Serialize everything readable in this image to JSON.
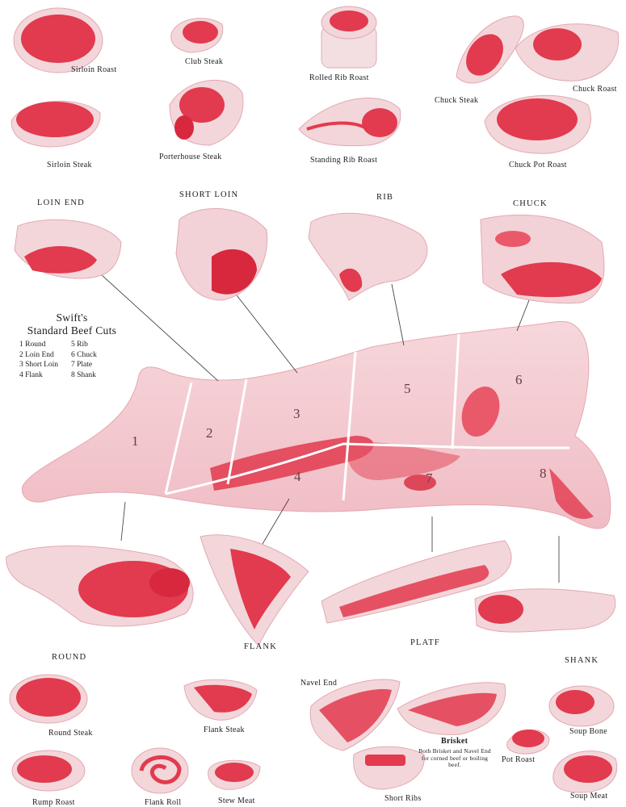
{
  "legend": {
    "title": "Swift's",
    "subtitle": "Standard Beef Cuts",
    "items": [
      "1 Round",
      "2 Loin End",
      "3 Short Loin",
      "4 Flank",
      "5 Rib",
      "6 Chuck",
      "7 Plate",
      "8 Shank"
    ]
  },
  "sections": {
    "loin_end": "LOIN END",
    "short_loin": "SHORT LOIN",
    "rib": "RIB",
    "chuck": "CHUCK",
    "round": "ROUND",
    "flank": "FLANK",
    "plate": "PLATF",
    "shank": "SHANK"
  },
  "cuts": {
    "sirloin_roast": "Sirloin Roast",
    "club_steak": "Club Steak",
    "rolled_rib_roast": "Rolled Rib Roast",
    "chuck_steak": "Chuck Steak",
    "chuck_roast": "Chuck Roast",
    "sirloin_steak": "Sirloin Steak",
    "porterhouse_steak": "Porterhouse Steak",
    "standing_rib_roast": "Standing Rib Roast",
    "chuck_pot_roast": "Chuck Pot Roast",
    "round_steak": "Round Steak",
    "flank_steak": "Flank Steak",
    "navel_end": "Navel End",
    "brisket": "Brisket",
    "brisket_note": "Both Brisket and Navel End for corned beef or boiling beef.",
    "soup_bone": "Soup Bone",
    "pot_roast": "Pot Roast",
    "rump_roast": "Rump Roast",
    "flank_roll": "Flank Roll",
    "stew_meat": "Stew Meat",
    "short_ribs": "Short Ribs",
    "soup_meat": "Soup Meat"
  },
  "carcass_numbers": [
    "1",
    "2",
    "3",
    "4",
    "5",
    "6",
    "7",
    "8"
  ],
  "colors": {
    "meat": "#e8344a",
    "fat": "#f7e3e6",
    "carcass": "#f4c9cf",
    "divider": "#ffffff"
  }
}
